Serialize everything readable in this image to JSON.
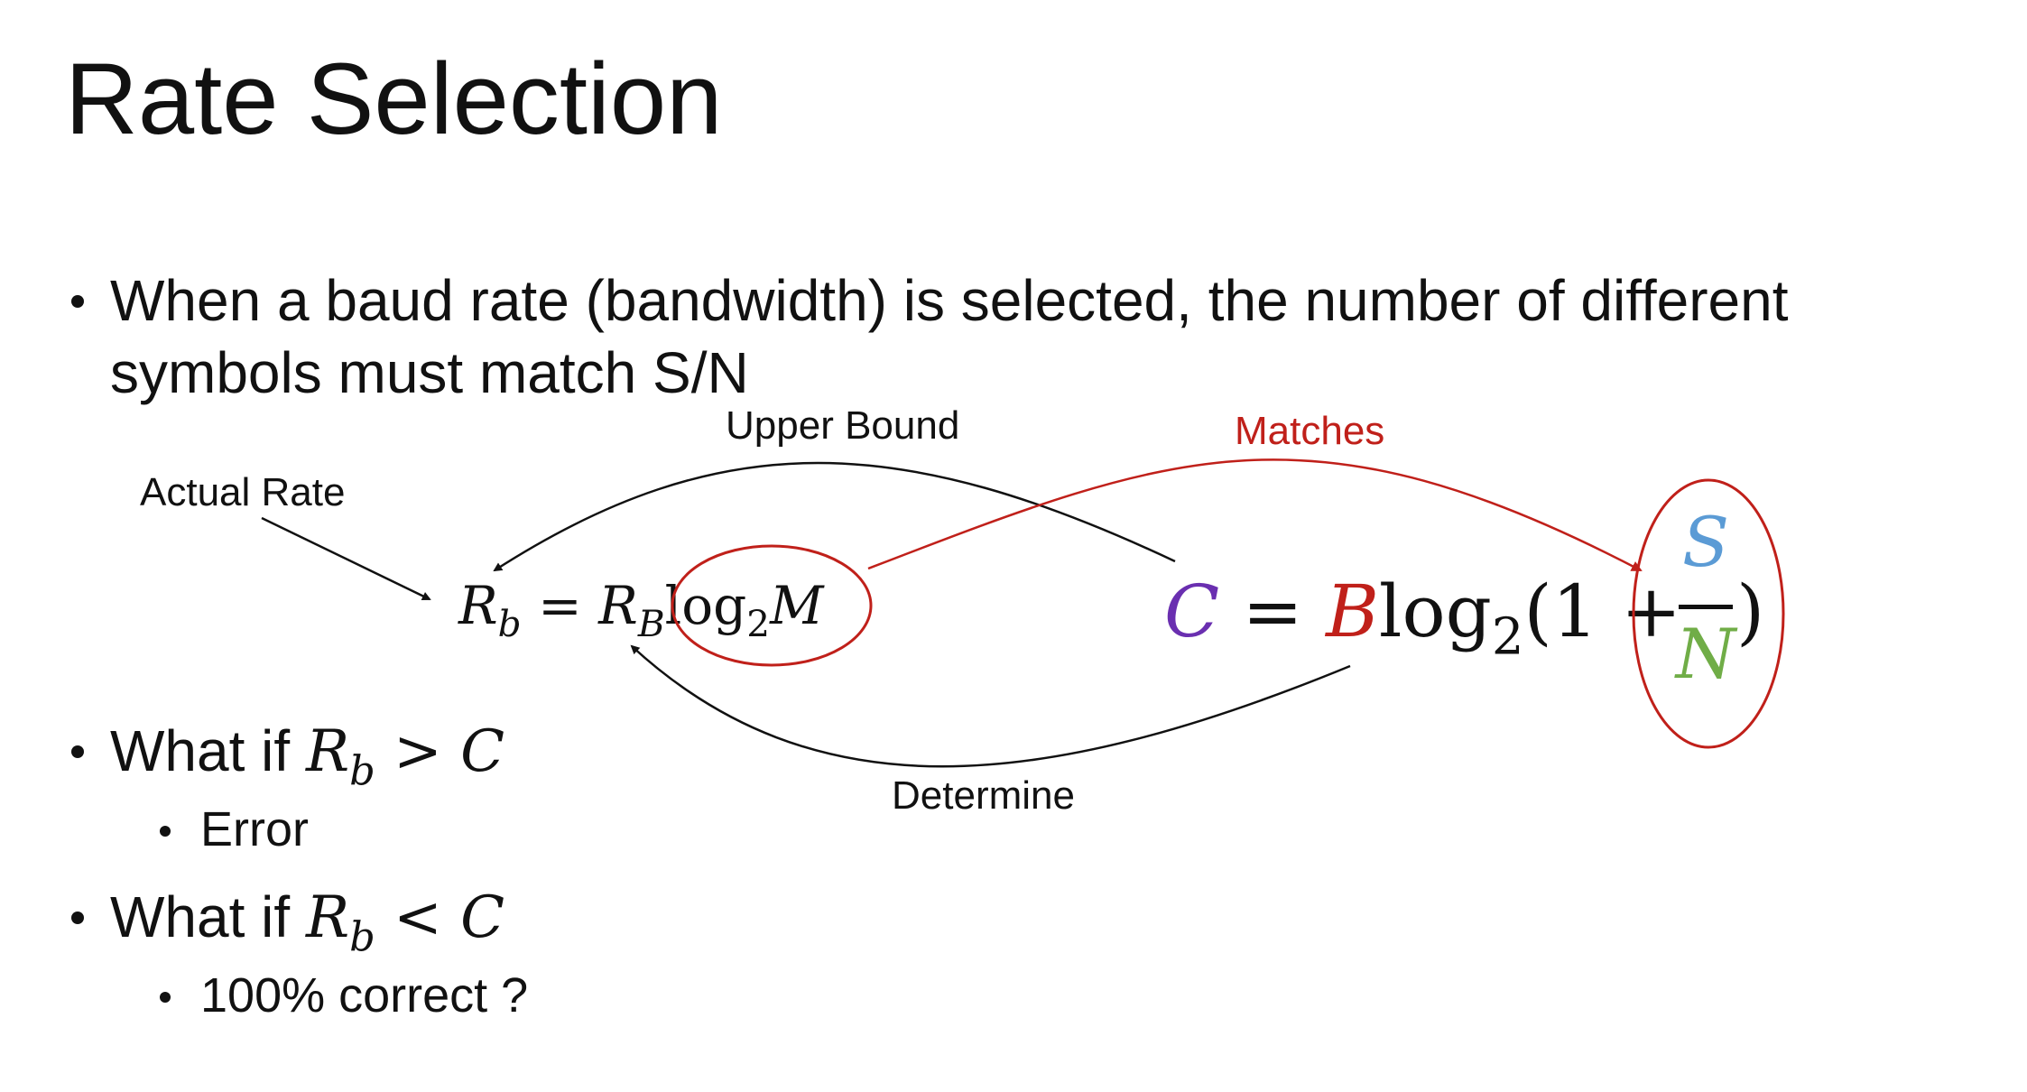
{
  "slide": {
    "title": "Rate Selection",
    "bullet1": {
      "line1": "When a baud rate (bandwidth) is selected, the number of different",
      "line2": "symbols must match S/N"
    },
    "bullet2": {
      "prefix": "What if ",
      "lhs": "R",
      "lhs_sub": "b",
      "op": " > ",
      "rhs": "C",
      "sub_item": "Error"
    },
    "bullet3": {
      "prefix": "What if ",
      "lhs": "R",
      "lhs_sub": "b",
      "op": " < ",
      "rhs": "C",
      "sub_item": "100% correct ?"
    }
  },
  "diagram": {
    "labels": {
      "actual_rate": "Actual Rate",
      "upper_bound": "Upper Bound",
      "matches": "Matches",
      "determine": "Determine"
    },
    "equation1": {
      "lhs": "R",
      "lhs_sub": "b",
      "eq": " = ",
      "r": "R",
      "r_sub": "B",
      "log": "log",
      "log_sub": "2",
      "m": "M"
    },
    "equation2": {
      "c": "C",
      "eq": " = ",
      "b": "B",
      "log": "log",
      "log_sub": "2",
      "open": "(1 + ",
      "s": "S",
      "n": "N",
      "close": ")"
    },
    "colors": {
      "capacity_c": "#6a2fb0",
      "bandwidth_b": "#c0201a",
      "signal_s": "#5b9bd5",
      "noise_n": "#70ad47",
      "annotation_red": "#c0201a",
      "text": "#111111"
    }
  }
}
